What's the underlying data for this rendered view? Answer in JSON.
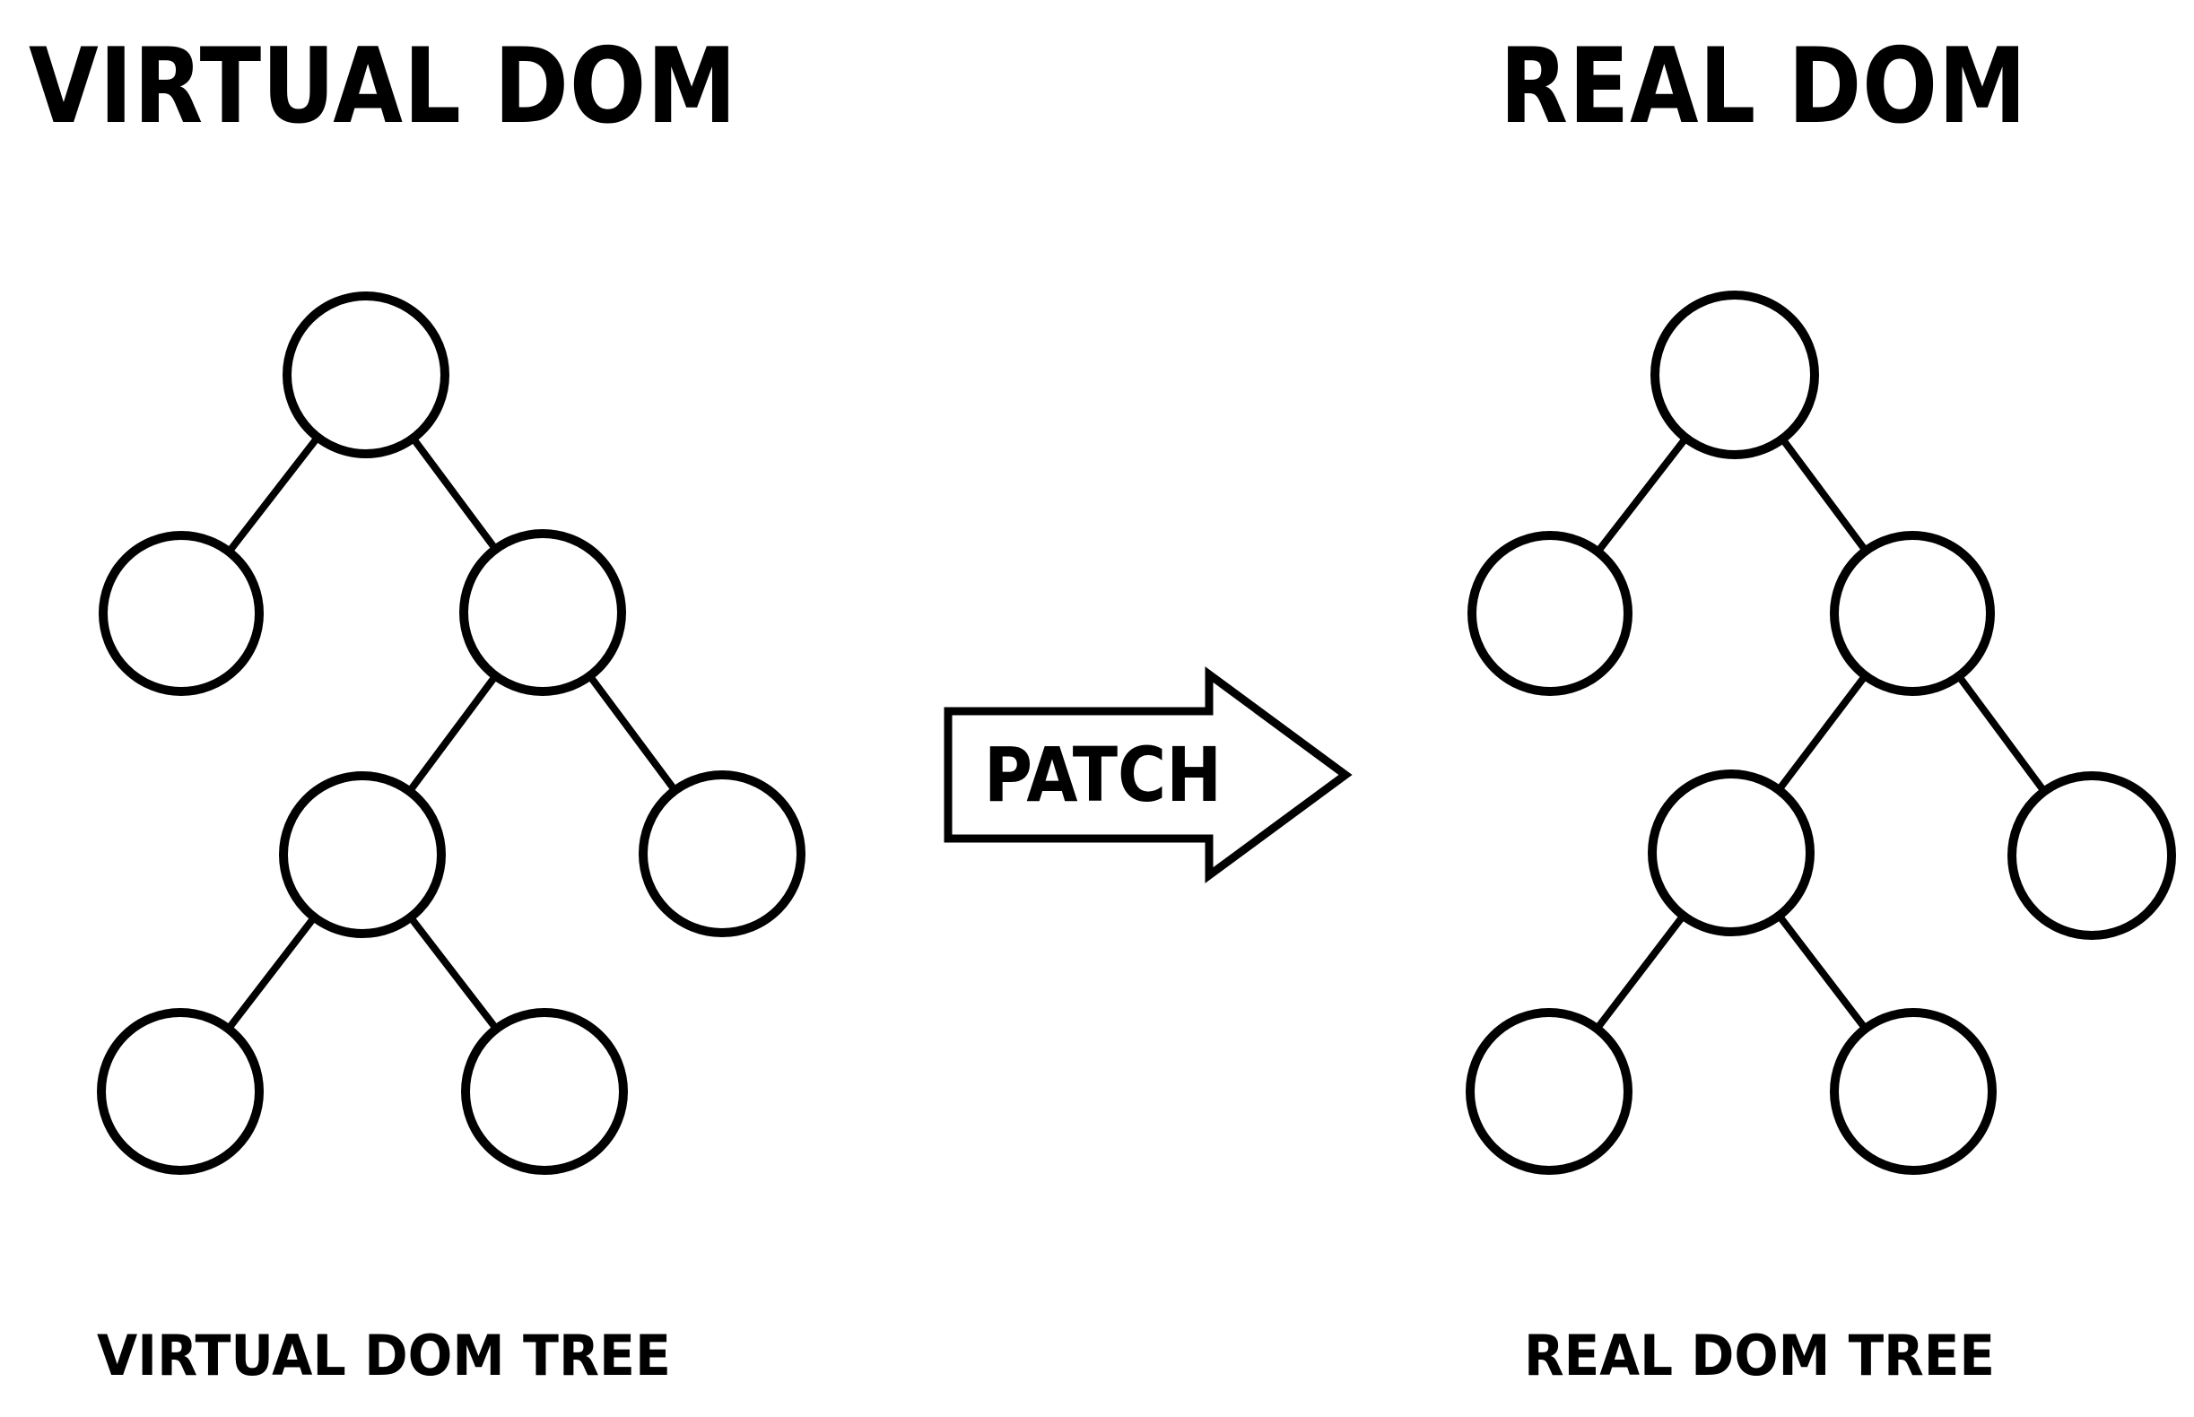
{
  "page": {
    "background": "#ffffff",
    "kind": "hand-drawn diagram comparing virtual DOM and real DOM trees"
  },
  "colors": {
    "stroke": "#000000",
    "node_fill": "#ffffff",
    "changed_node_fill": "#F75F55",
    "patched_node_fill": "#2173F0"
  },
  "left_panel": {
    "title": "VIRTUAL DOM",
    "caption": "VIRTUAL DOM TREE",
    "tree": {
      "node_count": 7,
      "nodes": [
        {
          "name": "root",
          "level": 1,
          "state": "default"
        },
        {
          "name": "level2-left",
          "level": 2,
          "state": "default"
        },
        {
          "name": "level2-right",
          "level": 2,
          "state": "default"
        },
        {
          "name": "level3-left",
          "level": 3,
          "state": "changed",
          "fill": "#F75F55"
        },
        {
          "name": "level3-right",
          "level": 3,
          "state": "default"
        },
        {
          "name": "level4-left",
          "level": 4,
          "state": "default"
        },
        {
          "name": "level4-right",
          "level": 4,
          "state": "default"
        }
      ],
      "edges": [
        "root-level2-left",
        "root-level2-right",
        "level2-right-level3-left",
        "level2-right-level3-right",
        "level3-left-level4-left",
        "level3-left-level4-right"
      ]
    }
  },
  "arrow": {
    "label": "PATCH",
    "direction": "right"
  },
  "right_panel": {
    "title": "REAL DOM",
    "caption": "REAL DOM TREE",
    "tree": {
      "node_count": 7,
      "nodes": [
        {
          "name": "root",
          "level": 1,
          "state": "default"
        },
        {
          "name": "level2-left",
          "level": 2,
          "state": "default"
        },
        {
          "name": "level2-right",
          "level": 2,
          "state": "default"
        },
        {
          "name": "level3-left",
          "level": 3,
          "state": "patched",
          "fill": "#2173F0"
        },
        {
          "name": "level3-right",
          "level": 3,
          "state": "default"
        },
        {
          "name": "level4-left",
          "level": 4,
          "state": "default"
        },
        {
          "name": "level4-right",
          "level": 4,
          "state": "default"
        }
      ],
      "edges": [
        "root-level2-left",
        "root-level2-right",
        "level2-right-level3-left",
        "level2-right-level3-right",
        "level3-left-level4-left",
        "level3-left-level4-right"
      ]
    }
  }
}
